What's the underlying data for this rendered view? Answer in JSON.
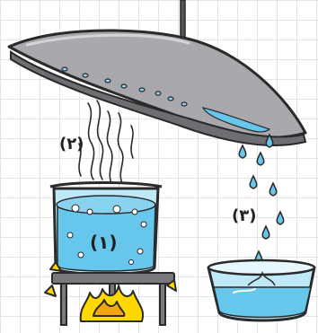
{
  "labels": {
    "boiling_beaker": "(١)",
    "steam": "(٢)",
    "drops": "(٣)"
  },
  "colors": {
    "water": "#66c6ec",
    "water_light": "#bfe9f8",
    "metal_lid": "#a9a9ad",
    "metal_dark": "#6d6d72",
    "flame_yellow": "#ffd800",
    "flame_orange": "#f3a511",
    "outline": "#2a2a2a"
  },
  "icons": [
    "metal-lid-icon",
    "steam-icon",
    "beaker-icon",
    "flame-icon",
    "stand-icon",
    "droplet-icon",
    "collecting-bowl-icon"
  ]
}
